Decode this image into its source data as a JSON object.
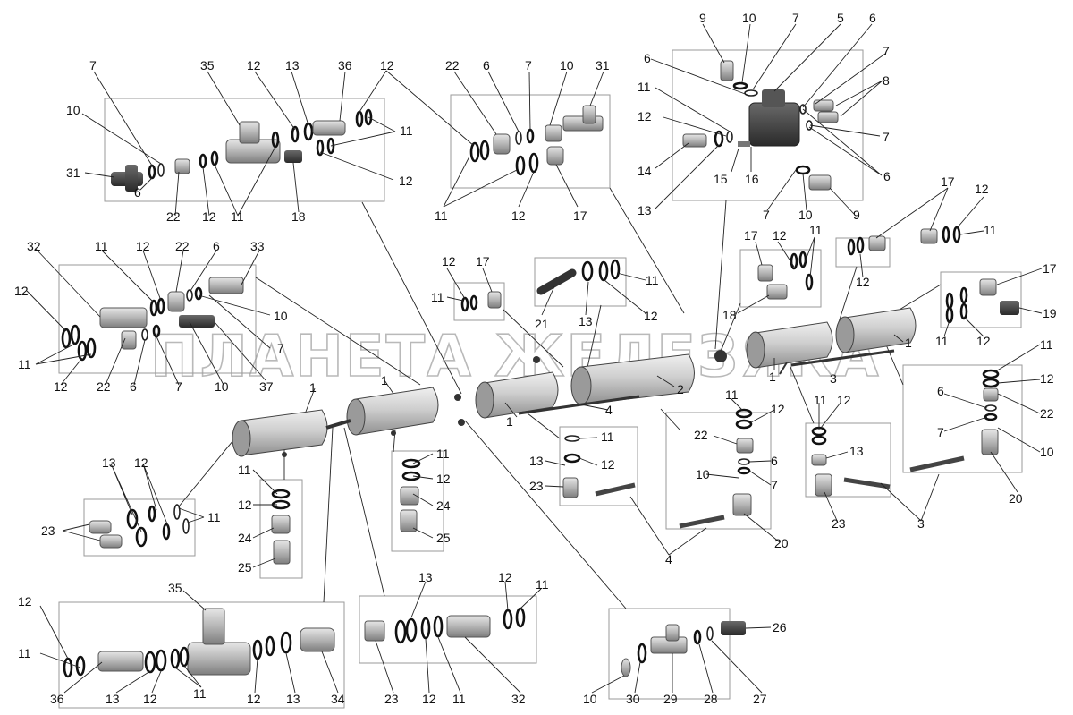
{
  "watermark": "ПЛАНЕТА ЖЕЛЕЗЯКА",
  "labels": {
    "a7": "7",
    "a10": "10",
    "a31": "31",
    "a35": "35",
    "a12": "12",
    "a13": "13",
    "a36": "36",
    "a12b": "12",
    "a11": "11",
    "a12c": "12",
    "a6": "6",
    "a22": "22",
    "a12d": "12",
    "a11b": "11",
    "a18": "18",
    "b22": "22",
    "b6": "6",
    "b7": "7",
    "b10": "10",
    "b31": "31",
    "b11": "11",
    "b12": "12",
    "b17": "17",
    "c9": "9",
    "c10": "10",
    "c7": "7",
    "c5": "5",
    "c6": "6",
    "c7b": "7",
    "c8": "8",
    "c6b": "6",
    "c11": "11",
    "c12": "12",
    "c7c": "7",
    "c14": "14",
    "c15": "15",
    "c16": "16",
    "c6c": "6",
    "c13": "13",
    "c7d": "7",
    "c10b": "10",
    "c9b": "9",
    "d32": "32",
    "d11": "11",
    "d12": "12",
    "d22": "22",
    "d6": "6",
    "d33": "33",
    "d12b": "12",
    "d10": "10",
    "d7": "7",
    "d11b": "11",
    "d12c": "12",
    "d22b": "22",
    "d6b": "6",
    "d7b": "7",
    "d10b": "10",
    "d37": "37",
    "e12": "12",
    "e17": "17",
    "e11": "11",
    "f21": "21",
    "f13": "13",
    "f12": "12",
    "f11": "11",
    "g17": "17",
    "g12": "12",
    "g11": "11",
    "g18": "18",
    "g12b": "12",
    "h17": "17",
    "h12": "12",
    "h11": "11",
    "i17": "17",
    "i11": "11",
    "i12": "12",
    "i19": "19",
    "t1a": "1",
    "t1b": "1",
    "t1c": "1",
    "t2": "2",
    "t4": "4",
    "t1d": "1",
    "t3": "3",
    "t1e": "1",
    "j11": "11",
    "j12": "12",
    "j6": "6",
    "j22": "22",
    "j7": "7",
    "j10": "10",
    "j20": "20",
    "k13": "13",
    "k12": "12",
    "k11": "11",
    "k23": "23",
    "l11": "11",
    "l12": "12",
    "l24": "24",
    "l25": "25",
    "m11": "11",
    "m12": "12",
    "m24": "24",
    "m25": "25",
    "n11": "11",
    "n12": "12",
    "n13": "13",
    "n23": "23",
    "n3": "3",
    "o11": "11",
    "o12": "12",
    "o22": "22",
    "o6": "6",
    "o10": "10",
    "o7": "7",
    "o20": "20",
    "p4": "4",
    "p11": "11",
    "p12": "12",
    "p13": "13",
    "p23": "23",
    "q13": "13",
    "q12": "12",
    "q23": "23",
    "q11": "11",
    "r35": "35",
    "r12": "12",
    "r11": "11",
    "r36": "36",
    "r13": "13",
    "r12b": "12",
    "r11b": "11",
    "r12c": "12",
    "r13b": "13",
    "r34": "34",
    "s13": "13",
    "s12": "12",
    "s11": "11",
    "s23": "23",
    "s12b": "12",
    "s11b": "11",
    "s32": "32",
    "u26": "26",
    "u10": "10",
    "u30": "30",
    "u29": "29",
    "u28": "28",
    "u27": "27"
  },
  "colors": {
    "metal": "#bdbdbd",
    "dark": "#2a2a2a",
    "box": "#9a9a9a"
  }
}
